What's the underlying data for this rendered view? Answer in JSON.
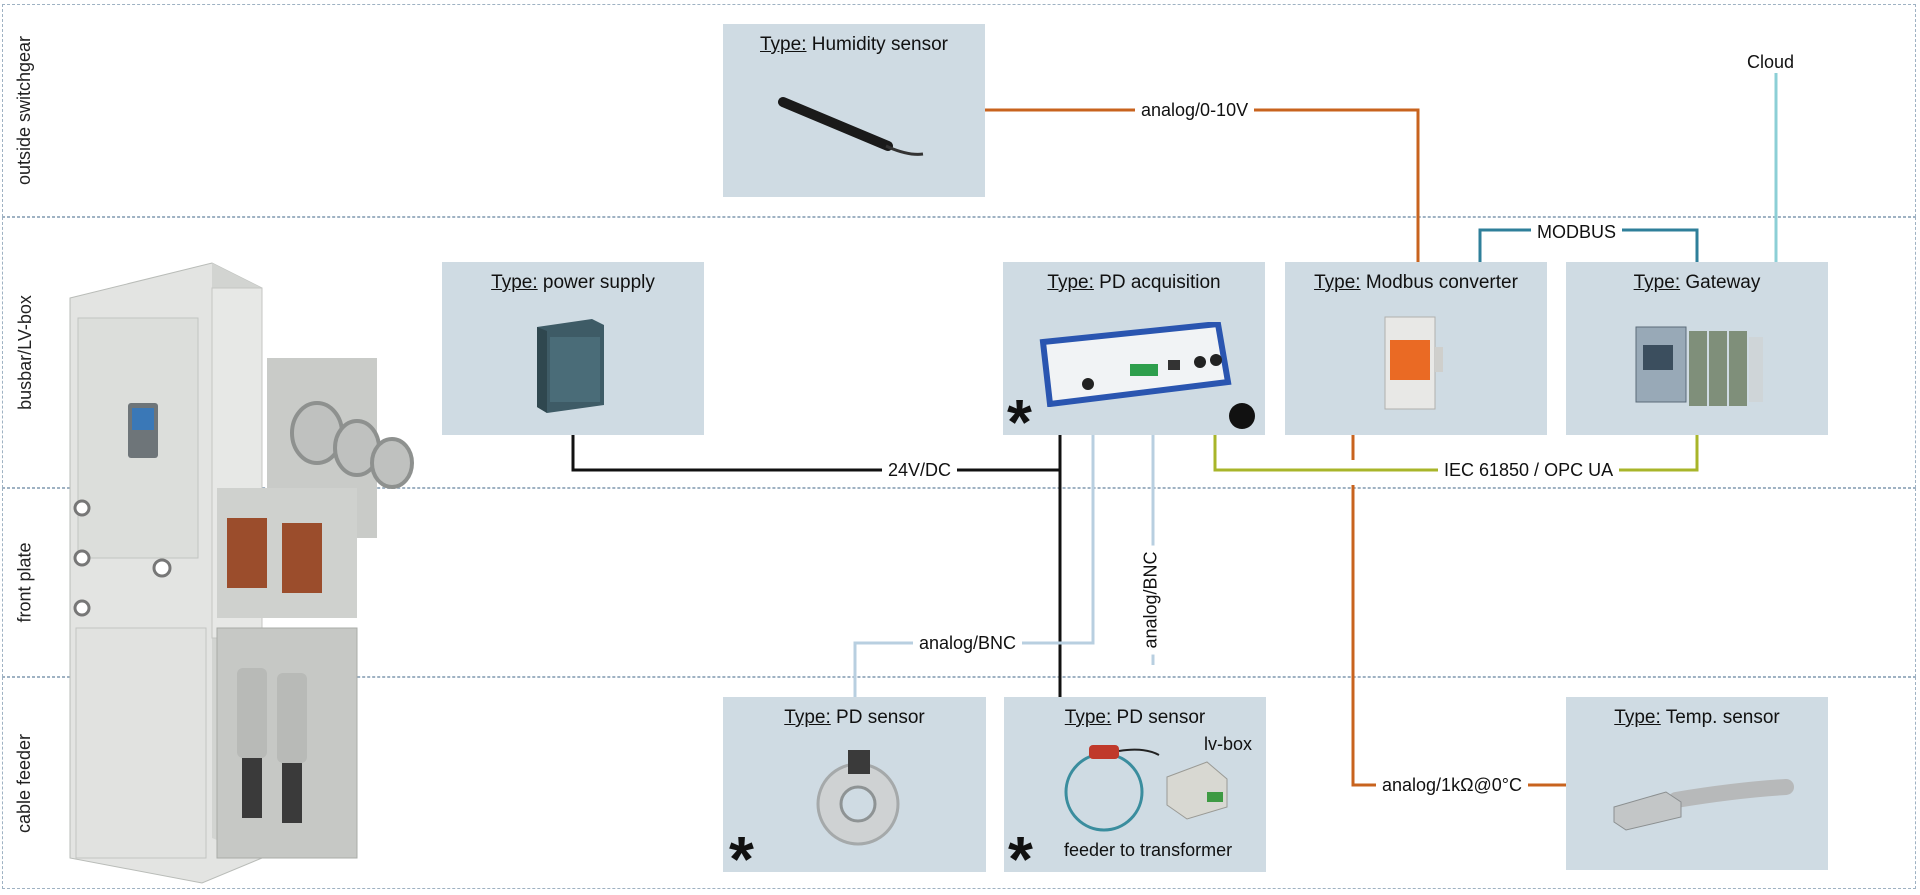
{
  "bands": [
    {
      "label": "outside switchgear"
    },
    {
      "label": "busbar/LV-box"
    },
    {
      "label": "front plate"
    },
    {
      "label": "cable feeder"
    }
  ],
  "type_prefix": "Type:",
  "boxes": {
    "humidity": "Humidity sensor",
    "power_supply": "power supply",
    "pd_acquisition": "PD acquisition",
    "modbus_converter": "Modbus converter",
    "gateway": "Gateway",
    "pd_sensor_1": "PD sensor",
    "pd_sensor_2": "PD sensor",
    "temp_sensor": "Temp. sensor"
  },
  "connections": {
    "analog_0_10v": "analog/0-10V",
    "cloud": "Cloud",
    "modbus": "MODBUS",
    "dc24": "24V/DC",
    "iec": "IEC 61850 / OPC UA",
    "analog_bnc_h": "analog/BNC",
    "analog_bnc_v": "analog/BNC",
    "analog_1k": "analog/1kΩ@0°C"
  },
  "annotations": {
    "lv_box": "lv-box",
    "feeder_to_transformer": "feeder to transformer",
    "star": "*"
  },
  "colors": {
    "orange": "#c8631e",
    "teal": "#2f7f9a",
    "light_blue": "#8ccfd6",
    "olive": "#a8b52a",
    "pale_blue": "#b8cfe0",
    "black": "#111111",
    "box_fill": "#cfdbe3"
  }
}
